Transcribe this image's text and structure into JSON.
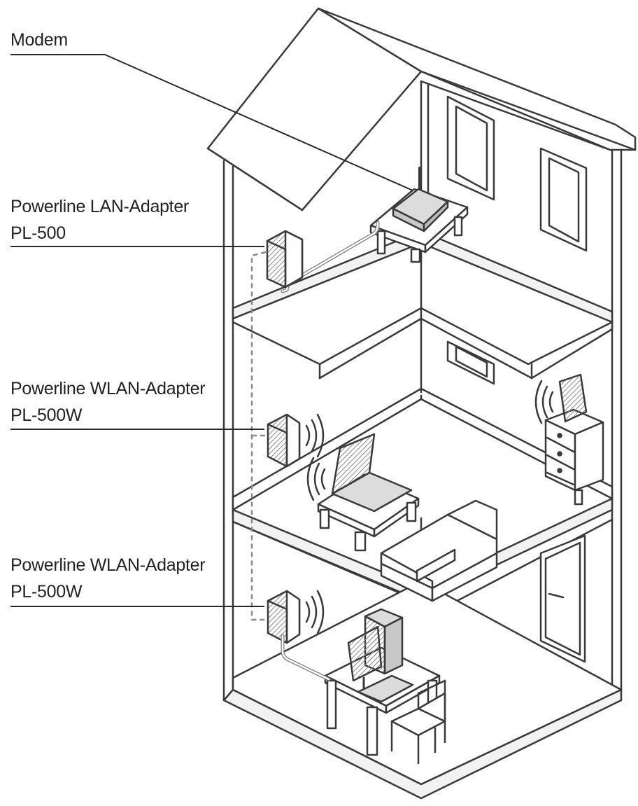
{
  "labels": {
    "modem": "Modem",
    "lan_adapter": {
      "line1": "Powerline LAN-Adapter",
      "line2": "PL-500"
    },
    "wlan_adapter_upper": {
      "line1": "Powerline WLAN-Adapter",
      "line2": "PL-500W"
    },
    "wlan_adapter_lower": {
      "line1": "Powerline WLAN-Adapter",
      "line2": "PL-500W"
    }
  },
  "colors": {
    "stroke": "#3a3a3a",
    "wall_fill": "#f4f4f4",
    "floor_fill": "#ffffff",
    "device_hatch": "#9a9a9a",
    "dashed_line": "#8a8a8a"
  }
}
